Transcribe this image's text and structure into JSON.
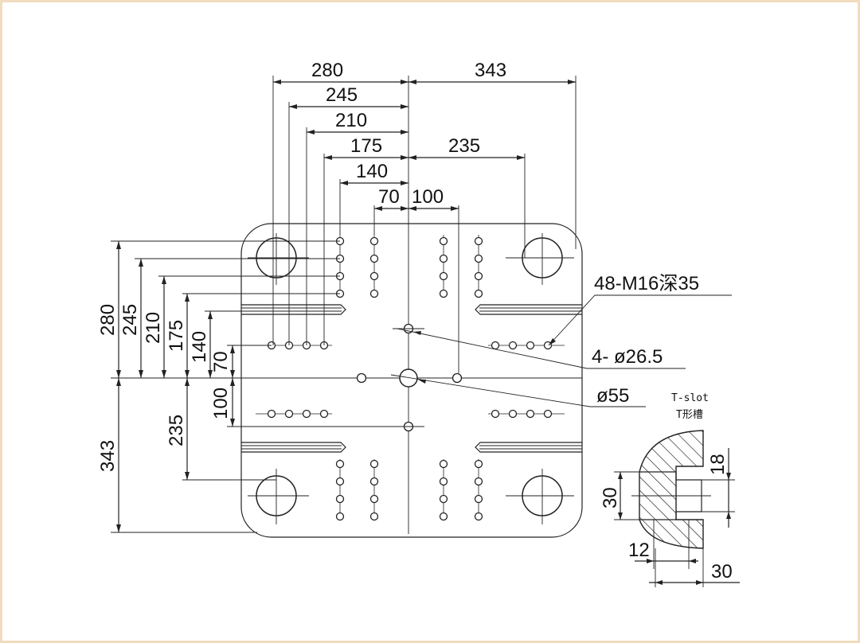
{
  "top_dims": {
    "left": [
      "280",
      "245",
      "210",
      "175",
      "140",
      "70"
    ],
    "right": [
      "343",
      "235",
      "100"
    ]
  },
  "left_dims": {
    "upper": [
      "280",
      "245",
      "210",
      "175",
      "140",
      "70"
    ],
    "lower": [
      "343",
      "235",
      "100"
    ]
  },
  "callouts": {
    "tapped_holes": "48-M16深35",
    "small_holes": "4-  ø26.5",
    "center_hole": "ø55"
  },
  "tslot": {
    "title_en": "T-slot",
    "title_cn": "T形槽",
    "dim_height": "30",
    "dim_neck": "18",
    "dim_width": "12",
    "dim_bottom": "30"
  }
}
